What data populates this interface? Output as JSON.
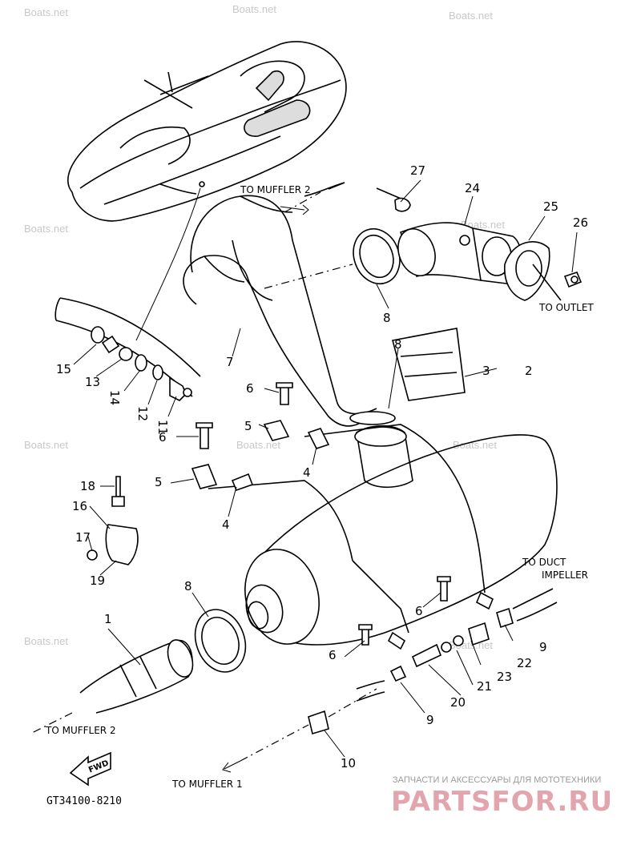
{
  "watermarks": [
    "Boats.net",
    "Boats.net",
    "Boats.net",
    "Boats.net",
    "Boats.net",
    "Boats.net",
    "Boats.net",
    "Boats.net",
    "Boats.net",
    "Boats.net"
  ],
  "callouts": {
    "p1": "1",
    "p2": "2",
    "p3": "3",
    "p4a": "4",
    "p4b": "4",
    "p5a": "5",
    "p5b": "5",
    "p6a": "6",
    "p6b": "6",
    "p6c": "6",
    "p6d": "6",
    "p7": "7",
    "p8a": "8",
    "p8b": "8",
    "p8c": "8",
    "p9a": "9",
    "p9b": "9",
    "p10": "10",
    "p11": "11",
    "p12": "12",
    "p13": "13",
    "p14": "14",
    "p15": "15",
    "p16": "16",
    "p17": "17",
    "p18": "18",
    "p19": "19",
    "p20": "20",
    "p21": "21",
    "p22": "22",
    "p23": "23",
    "p24": "24",
    "p25": "25",
    "p26": "26",
    "p27": "27"
  },
  "notes": {
    "to_muffler2_top": "TO MUFFLER 2",
    "to_outlet": "TO OUTLET",
    "to_duct_1": "TO DUCT",
    "to_duct_2": "IMPELLER",
    "to_muffler2_bottom": "TO MUFFLER 2",
    "to_muffler1": "TO MUFFLER 1",
    "fwd": "FWD"
  },
  "diagram_code": "GT34100-8210",
  "brand": {
    "tagline": "ЗАПЧАСТИ И АКСЕССУАРЫ ДЛЯ МОТОТЕХНИКИ",
    "name": "PARTSFOR.RU",
    "color": "#e3a5ad"
  }
}
